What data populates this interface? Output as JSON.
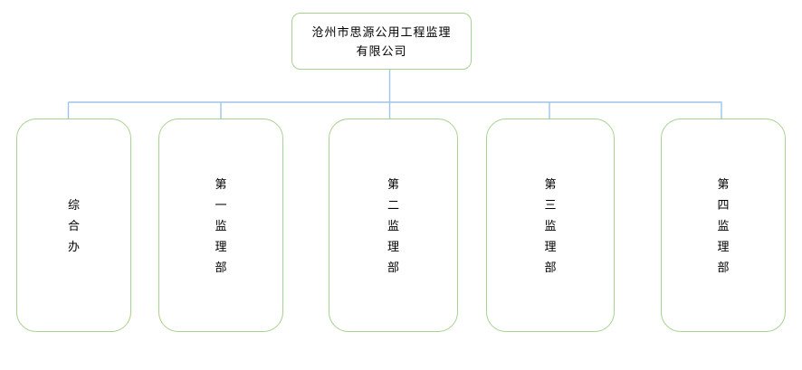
{
  "colors": {
    "node-border": "#a9d08e",
    "connector": "#9dc3e6",
    "text": "#000000",
    "background": "#ffffff"
  },
  "org": {
    "root": {
      "title": "沧州市思源公用工程监理\n有限公司"
    },
    "children": [
      {
        "label": "综合办"
      },
      {
        "label": "第一监理部"
      },
      {
        "label": "第二监理部"
      },
      {
        "label": "第三监理部"
      },
      {
        "label": "第四监理部"
      }
    ]
  }
}
